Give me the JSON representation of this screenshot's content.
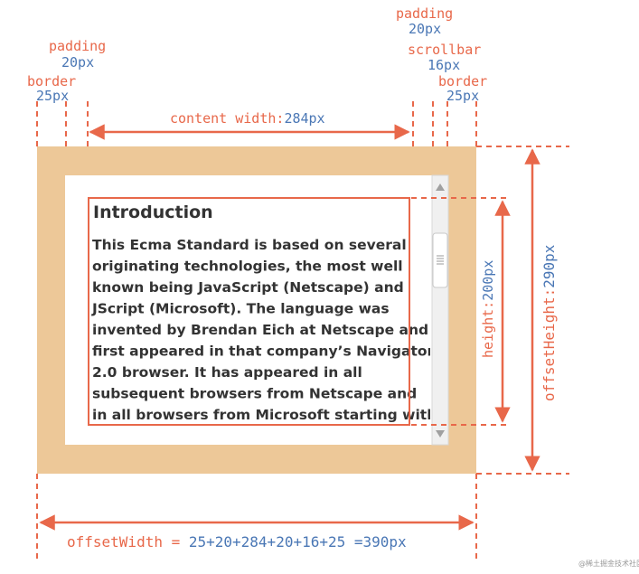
{
  "colors": {
    "accent": "#e8684a",
    "value": "#4a77b5",
    "border_fill": "#edc898",
    "text": "#333333",
    "scroll_track": "#f0f0f0",
    "scroll_thumb": "#ffffff"
  },
  "labels": {
    "border_left": "border",
    "border_left_value": "25px",
    "padding_left": "padding",
    "padding_left_value": "20px",
    "content_width": "content width:",
    "content_width_value": "284px",
    "padding_right": "padding",
    "padding_right_value": "20px",
    "scrollbar": "scrollbar",
    "scrollbar_value": "16px",
    "border_right": "border",
    "border_right_value": "25px",
    "height": "height:",
    "height_value": "200px",
    "offset_height": "offsetHeight:",
    "offset_height_value": "290px",
    "offset_width": "offsetWidth = ",
    "offset_width_value": "25+20+284+20+16+25 =390px"
  },
  "content": {
    "heading": "Introduction",
    "lines": [
      "This Ecma Standard is based on several",
      "originating technologies, the most well",
      "known being JavaScript (Netscape) and",
      "JScript (Microsoft). The language was",
      "invented by Brendan Eich at Netscape and",
      "first appeared in that company’s Navigator",
      "2.0 browser. It has appeared in all",
      "subsequent browsers from Netscape and",
      "in all browsers from Microsoft starting with"
    ]
  },
  "watermark": "@稀土掘金技术社区"
}
